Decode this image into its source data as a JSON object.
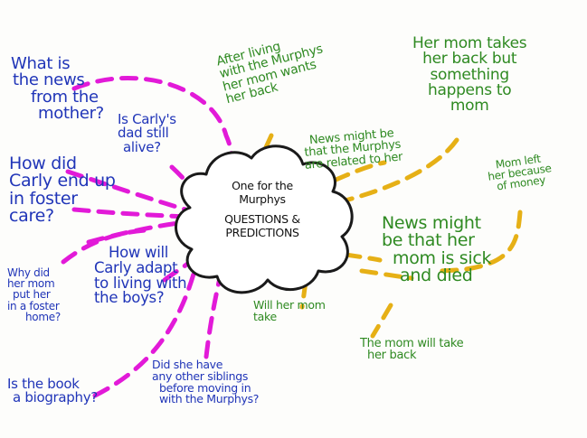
{
  "colors": {
    "question_text": "#2035b8",
    "prediction_text": "#2f8a22",
    "question_connector": "#e21ad8",
    "prediction_connector": "#e6b016",
    "center_text": "#111111",
    "background": "#fdfdfb"
  },
  "center": {
    "lines": [
      "One for the",
      "Murphys",
      "QUESTIONS &",
      "PREDICTIONS"
    ]
  },
  "questions": [
    {
      "id": "news-from-mother",
      "lines": [
        "What is",
        "the news",
        "from the",
        "mother?"
      ]
    },
    {
      "id": "carly-dad-alive",
      "lines": [
        "Is Carly's",
        "dad still",
        "alive?"
      ]
    },
    {
      "id": "foster-care",
      "lines": [
        "How did",
        "Carly end up",
        "in foster",
        "care?"
      ]
    },
    {
      "id": "why-mom-foster",
      "lines": [
        "Why did",
        "her mom",
        "put her",
        "in a foster",
        "home?"
      ]
    },
    {
      "id": "adapt-boys",
      "lines": [
        "How will",
        "Carly adapt",
        "to living with",
        "the boys?"
      ]
    },
    {
      "id": "biography",
      "lines": [
        "Is the book",
        "a biography?"
      ]
    },
    {
      "id": "other-siblings",
      "lines": [
        "Did she have",
        "any other siblings",
        "before moving in",
        "with the Murphys?"
      ]
    }
  ],
  "predictions": [
    {
      "id": "mom-wants-back",
      "lines": [
        "After living",
        "with the Murphys",
        "her mom wants",
        "her back"
      ]
    },
    {
      "id": "something-happens",
      "lines": [
        "Her mom takes",
        "her back but",
        "something",
        "happens to",
        "mom"
      ]
    },
    {
      "id": "related",
      "lines": [
        "News might be",
        "that the Murphys",
        "are related to her"
      ]
    },
    {
      "id": "left-money",
      "lines": [
        "Mom left",
        "her because",
        "of money"
      ]
    },
    {
      "id": "sick-died",
      "lines": [
        "News might",
        "be that her",
        "mom is sick",
        "and died"
      ]
    },
    {
      "id": "will-take",
      "lines": [
        "Will her mom",
        "take"
      ]
    },
    {
      "id": "mom-will-take-back",
      "lines": [
        "The mom will take",
        "her back"
      ]
    }
  ]
}
